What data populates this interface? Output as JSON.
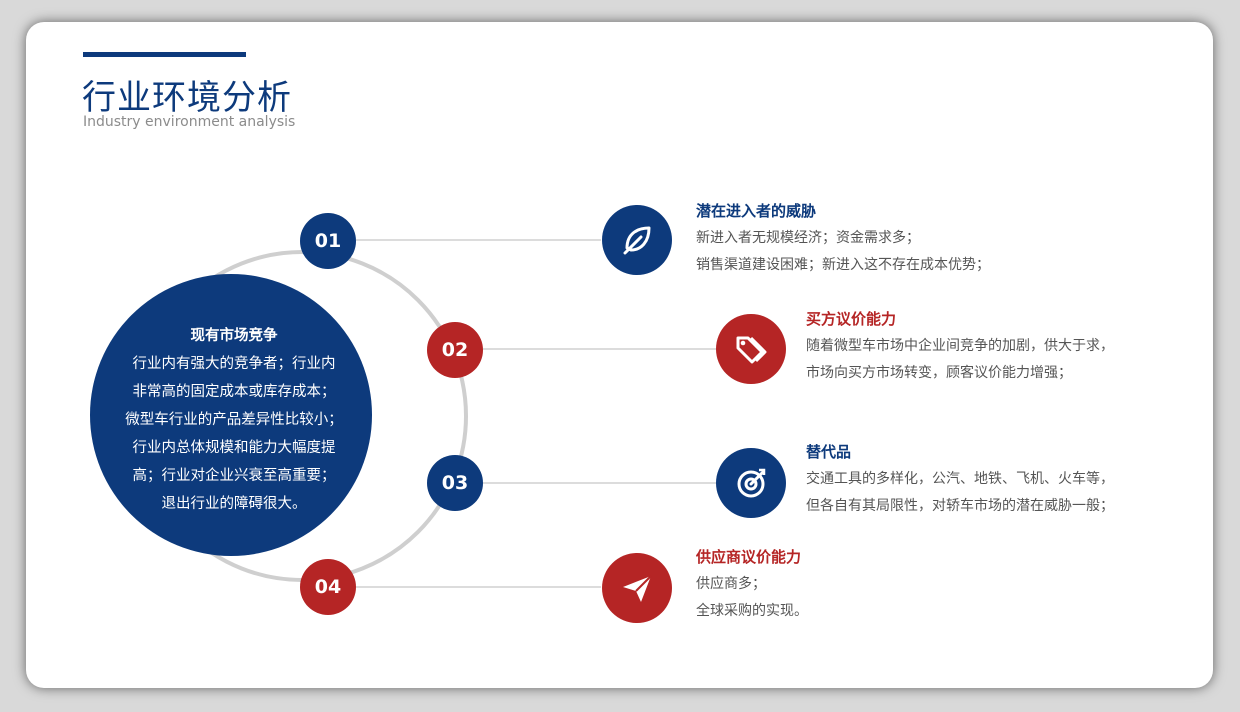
{
  "header": {
    "title": "行业环境分析",
    "subtitle": "Industry environment analysis"
  },
  "center": {
    "title": "现有市场竞争",
    "lines": [
      "行业内有强大的竞争者；行业内",
      "非常高的固定成本或库存成本；",
      "微型车行业的产品差异性比较小；",
      "行业内总体规模和能力大幅度提",
      "高；行业对企业兴衰至高重要；",
      "退出行业的障碍很大。"
    ]
  },
  "colors": {
    "blue": "#0d3a7c",
    "red": "#b52525",
    "ring": "#cfcfcf",
    "connector": "#d0d0d0"
  },
  "items": [
    {
      "number": "01",
      "color": "blue",
      "icon": "leaf-icon",
      "title": "潜在进入者的威胁",
      "lines": [
        "新进入者无规模经济；资金需求多；",
        "销售渠道建设困难；新进入这不存在成本优势；"
      ]
    },
    {
      "number": "02",
      "color": "red",
      "icon": "tags-icon",
      "title": "买方议价能力",
      "lines": [
        "随着微型车市场中企业间竞争的加剧，供大于求，",
        "市场向买方市场转变，顾客议价能力增强；"
      ]
    },
    {
      "number": "03",
      "color": "blue",
      "icon": "target-icon",
      "title": "替代品",
      "lines": [
        "交通工具的多样化，公汽、地铁、飞机、火车等，",
        "但各自有其局限性，对轿车市场的潜在威胁一般；"
      ]
    },
    {
      "number": "04",
      "color": "red",
      "icon": "paper-plane-icon",
      "title": "供应商议价能力",
      "lines": [
        "供应商多；",
        "全球采购的实现。"
      ]
    }
  ]
}
